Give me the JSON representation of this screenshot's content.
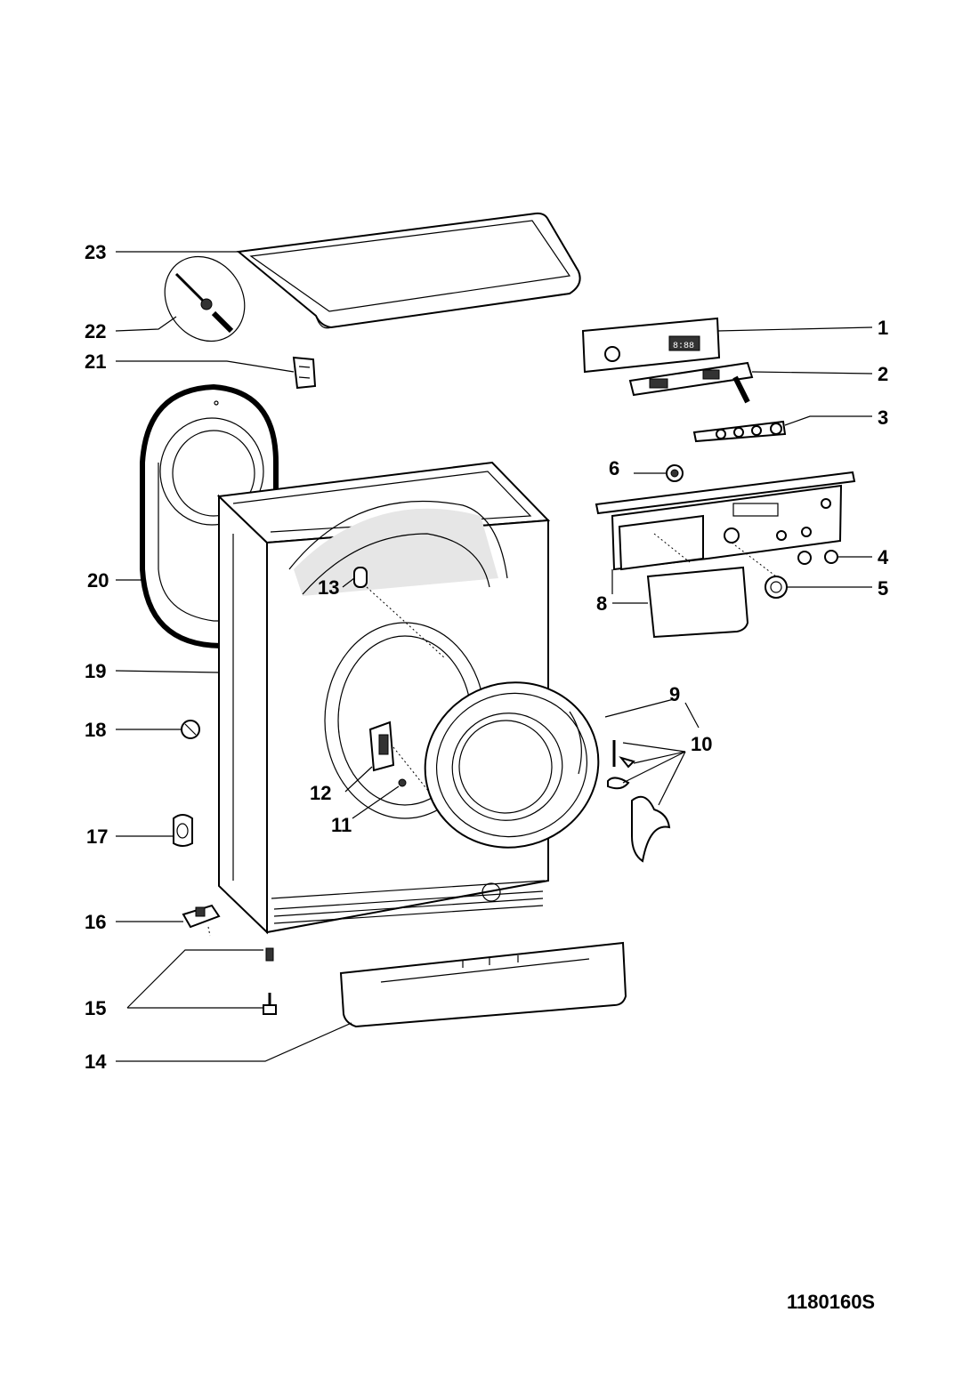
{
  "drawing_code": "1180160S",
  "callouts": [
    {
      "id": "c1",
      "text": "1"
    },
    {
      "id": "c2",
      "text": "2"
    },
    {
      "id": "c3",
      "text": "3"
    },
    {
      "id": "c4",
      "text": "4"
    },
    {
      "id": "c5",
      "text": "5"
    },
    {
      "id": "c6",
      "text": "6"
    },
    {
      "id": "c8",
      "text": "8"
    },
    {
      "id": "c9",
      "text": "9"
    },
    {
      "id": "c10",
      "text": "10"
    },
    {
      "id": "c11",
      "text": "11"
    },
    {
      "id": "c12",
      "text": "12"
    },
    {
      "id": "c13",
      "text": "13"
    },
    {
      "id": "c14",
      "text": "14"
    },
    {
      "id": "c15",
      "text": "15"
    },
    {
      "id": "c16",
      "text": "16"
    },
    {
      "id": "c17",
      "text": "17"
    },
    {
      "id": "c18",
      "text": "18"
    },
    {
      "id": "c19",
      "text": "19"
    },
    {
      "id": "c20",
      "text": "20"
    },
    {
      "id": "c21",
      "text": "21"
    },
    {
      "id": "c22",
      "text": "22"
    },
    {
      "id": "c23",
      "text": "23"
    }
  ],
  "display_readout": "8:88"
}
